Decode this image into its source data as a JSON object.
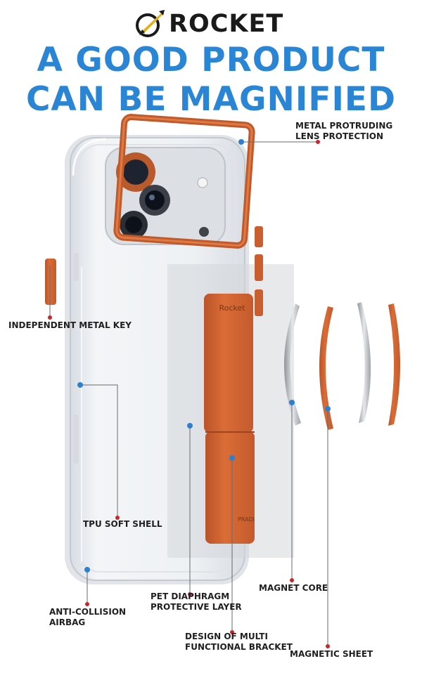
{
  "brand": {
    "name": "ROCKET",
    "logo_icon": "rocket-logo-icon"
  },
  "headline": {
    "line1": "A  GOOD PRODUCT",
    "line2": "CAN BE MAGNIFIED"
  },
  "colors": {
    "headline_blue": "#2a86d4",
    "accent_orange": "#d2642f",
    "dot_blue": "#2f7fcf",
    "dot_red": "#c8262c"
  },
  "product": {
    "bracket_brand": "Rocket",
    "bracket_mark": "PRADI"
  },
  "labels": {
    "metal_lens": "METAL PROTRUDING\nLENS PROTECTION",
    "metal_key": "INDEPENDENT METAL KEY",
    "tpu_shell": "TPU SOFT SHELL",
    "airbag": "ANTI-COLLISION\nAIRBAG",
    "pet_layer": "PET DIAPHRAGM\nPROTECTIVE LAYER",
    "bracket": "DESIGN OF MULTI\nFUNCTIONAL BRACKET",
    "magnet_core": "MAGNET CORE",
    "magnetic_sheet": "MAGNETIC SHEET"
  }
}
